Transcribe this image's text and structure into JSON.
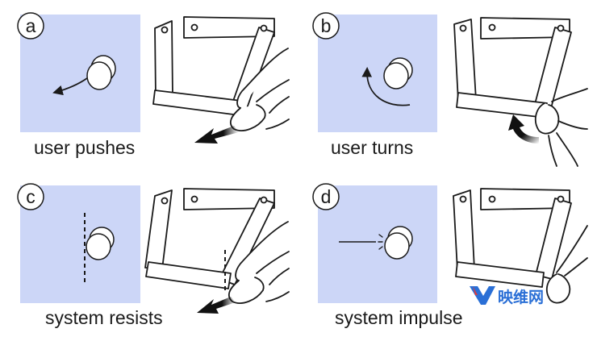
{
  "panels": [
    {
      "id": "a",
      "letter": "a",
      "caption": "user pushes"
    },
    {
      "id": "b",
      "letter": "b",
      "caption": "user turns"
    },
    {
      "id": "c",
      "letter": "c",
      "caption": "system resists"
    },
    {
      "id": "d",
      "letter": "d",
      "caption": "system impulse"
    }
  ],
  "watermark": {
    "text": "映维网"
  },
  "colors": {
    "panel_bg": "#ccd6f7",
    "ink": "#1a1a1a",
    "watermark": "#2a6fd6"
  }
}
